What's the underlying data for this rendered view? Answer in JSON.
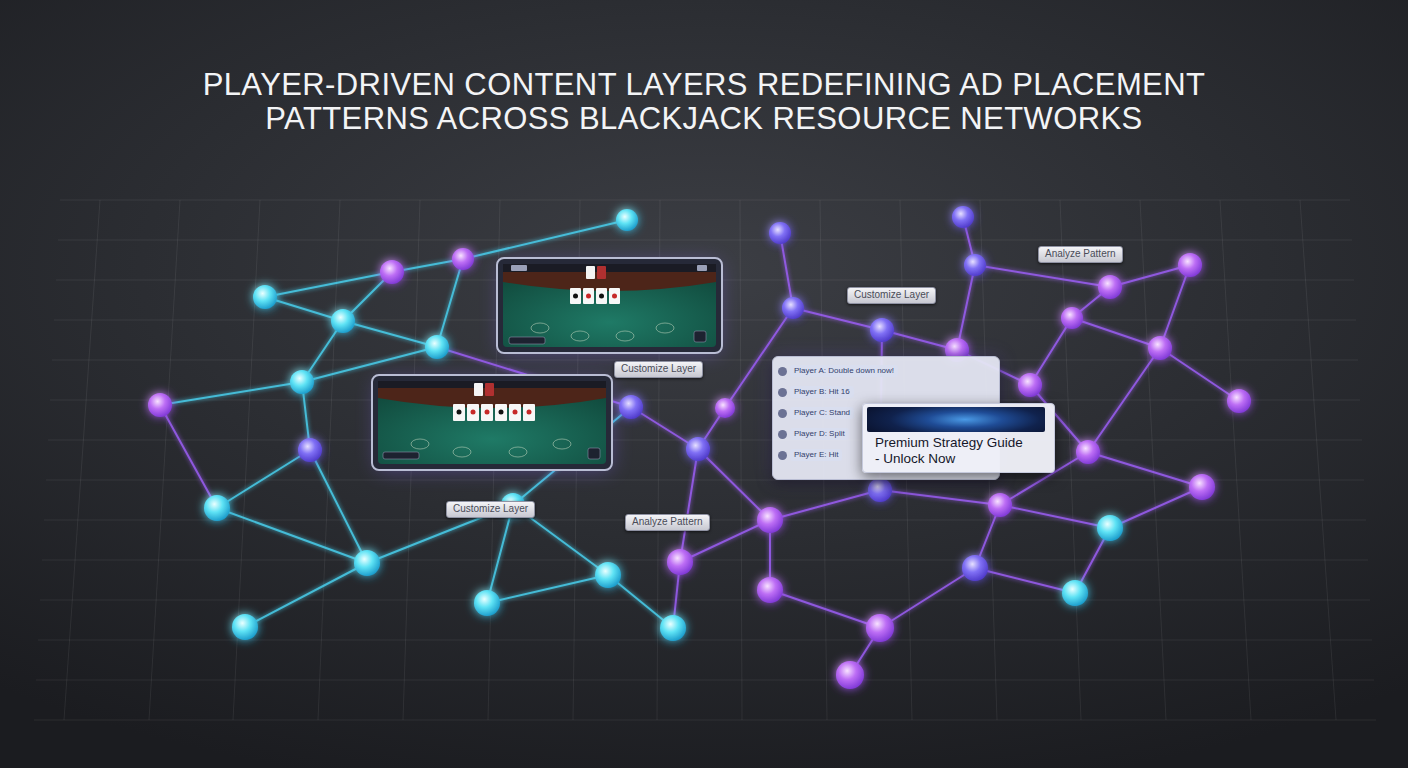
{
  "diagram": {
    "title": "PLAYER-DRIVEN CONTENT LAYERS REDEFINING AD PLACEMENT PATTERNS ACROSS BLACKJACK RESOURCE NETWORKS",
    "nodes": [
      {
        "text": [
          "Analyze Pattern"
        ]
      },
      {
        "text": [
          "Customize Layer"
        ]
      },
      {
        "text": [
          "Customize Layer"
        ]
      },
      {
        "text": [
          "Player A: Double down now!",
          "Player B: Hit 16",
          "Player C: Stand",
          "Player D: Split",
          "Player E: Hit"
        ]
      },
      {
        "text": [
          "Premium Strategy Guide - Unlock Now"
        ]
      },
      {
        "text": [
          "Customize Layer"
        ]
      },
      {
        "text": [
          "Analyze Pattern"
        ]
      }
    ]
  }
}
